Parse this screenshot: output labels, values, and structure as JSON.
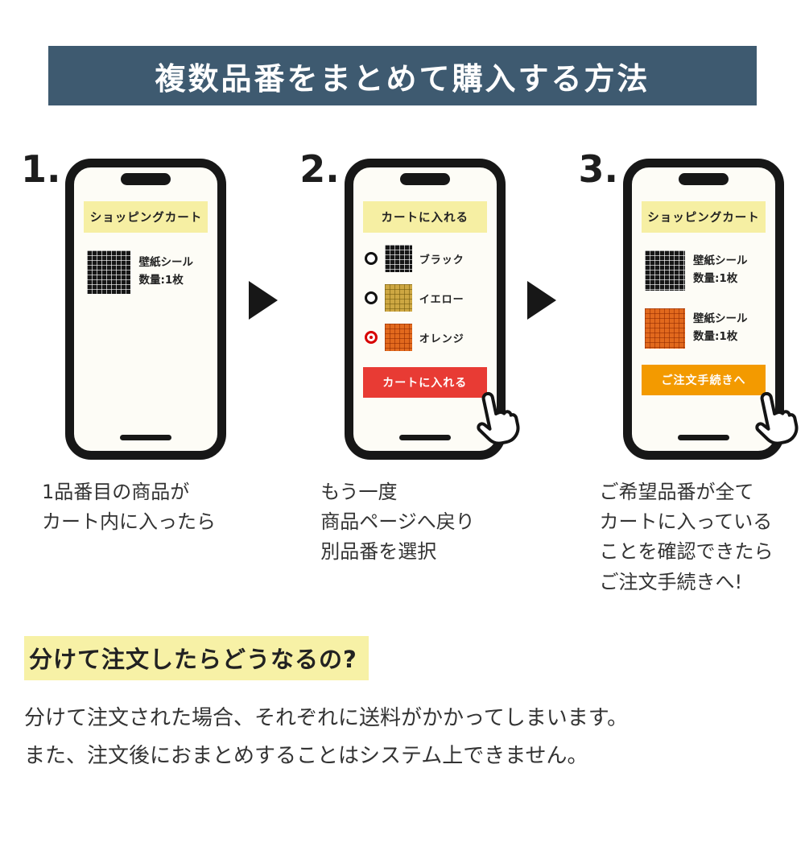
{
  "page": {
    "title": "複数品番をまとめて購入する方法"
  },
  "steps": [
    {
      "number": "1.",
      "phone": {
        "banner": "ショッピングカート",
        "items": [
          {
            "swatch": "black-grid",
            "name": "壁紙シール",
            "qty": "数量:1枚"
          }
        ]
      },
      "caption": [
        "1品番目の商品が",
        "カート内に入ったら"
      ]
    },
    {
      "number": "2.",
      "phone": {
        "banner": "カートに入れる",
        "options": [
          {
            "label": "ブラック",
            "swatch": "black-grid",
            "selected": false
          },
          {
            "label": "イエロー",
            "swatch": "yellow-grid",
            "selected": false
          },
          {
            "label": "オレンジ",
            "swatch": "orange-grid",
            "selected": true
          }
        ],
        "button_label": "カートに入れる"
      },
      "caption": [
        "もう一度",
        "商品ページへ戻り",
        "別品番を選択"
      ]
    },
    {
      "number": "3.",
      "phone": {
        "banner": "ショッピングカート",
        "items": [
          {
            "swatch": "black-grid",
            "name": "壁紙シール",
            "qty": "数量:1枚"
          },
          {
            "swatch": "orange-grid",
            "name": "壁紙シール",
            "qty": "数量:1枚"
          }
        ],
        "button_label": "ご注文手続きへ"
      },
      "caption": [
        "ご希望品番が全て",
        "カートに入っている",
        "ことを確認できたら",
        "ご注文手続きへ!"
      ]
    }
  ],
  "footer": {
    "heading": "分けて注文したらどうなるの?",
    "body": [
      "分けて注文された場合、それぞれに送料がかかってしまいます。",
      "また、注文後におまとめすることはシステム上できません。"
    ]
  },
  "icons": {
    "step_arrow": "black-right-triangle",
    "hand_cursor": "pointing-hand"
  },
  "colors": {
    "header_bg": "#3e5a70",
    "banner_yellow": "#f6efa3",
    "add_to_cart_red": "#e83b34",
    "checkout_orange": "#f39a00",
    "highlight_yellow": "#f7f1a6",
    "selected_radio_red": "#d70000",
    "swatch_black": "#161616",
    "swatch_yellow": "#cda742",
    "swatch_orange": "#e2691d"
  }
}
